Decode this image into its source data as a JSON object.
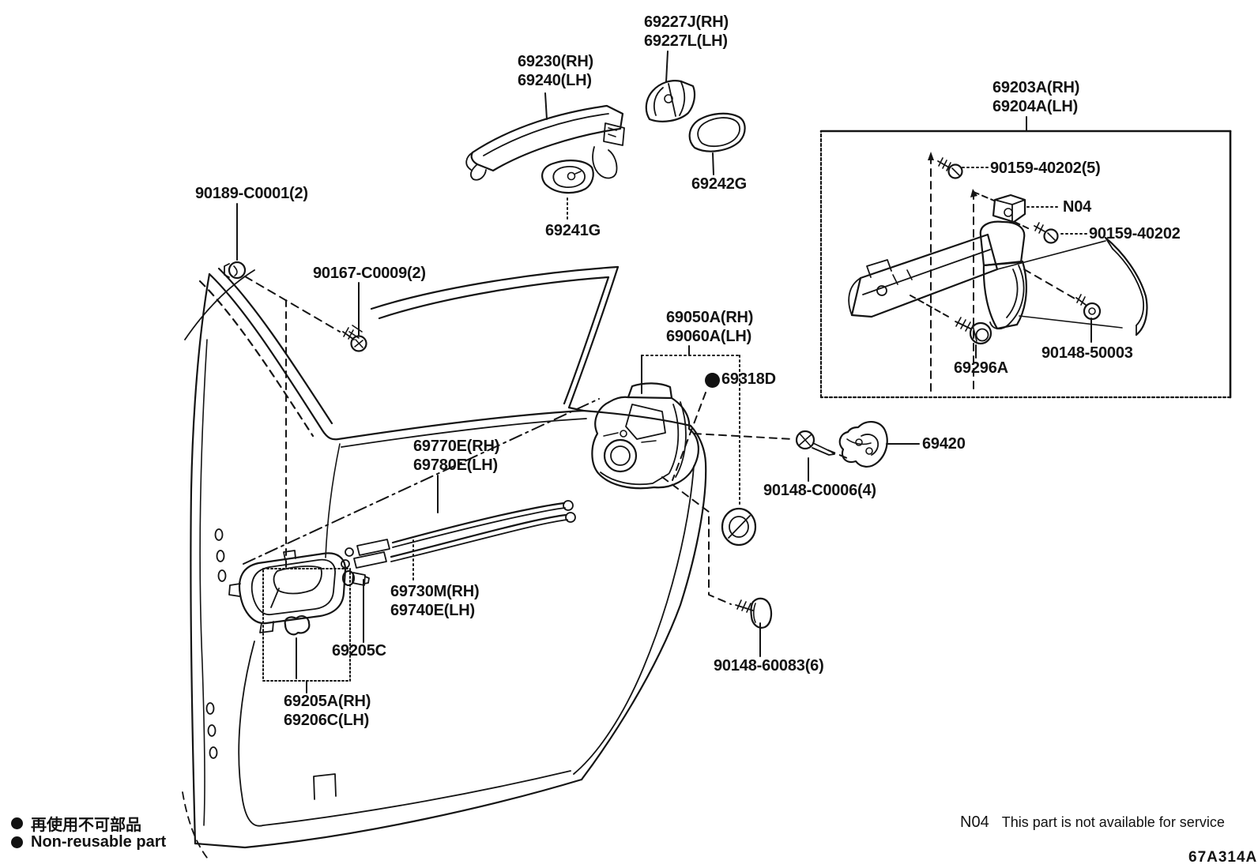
{
  "diagram": {
    "drawing_code": "67A314A",
    "note": {
      "code": "N04",
      "text": "This part is not available for service"
    },
    "legend": {
      "symbol": "●",
      "line_ja": "再使用不可部品",
      "line_en": "Non-reusable part"
    },
    "labels": [
      {
        "id": "69227j-rh",
        "text": "69227J(RH)"
      },
      {
        "id": "69227l-lh",
        "text": "69227L(LH)"
      },
      {
        "id": "69230-rh",
        "text": "69230(RH)"
      },
      {
        "id": "69240-lh",
        "text": "69240(LH)"
      },
      {
        "id": "69203a-rh",
        "text": "69203A(RH)"
      },
      {
        "id": "69204a-lh",
        "text": "69204A(LH)"
      },
      {
        "id": "90159-40202-5",
        "text": "90159-40202(5)"
      },
      {
        "id": "n04-callout",
        "text": "N04"
      },
      {
        "id": "90159-40202",
        "text": "90159-40202"
      },
      {
        "id": "90189-c0001-2",
        "text": "90189-C0001(2)"
      },
      {
        "id": "69242g",
        "text": "69242G"
      },
      {
        "id": "69241g",
        "text": "69241G"
      },
      {
        "id": "90167-c0009-2",
        "text": "90167-C0009(2)"
      },
      {
        "id": "69050a-rh",
        "text": "69050A(RH)"
      },
      {
        "id": "69060a-lh",
        "text": "69060A(LH)"
      },
      {
        "id": "69318d",
        "text": "69318D"
      },
      {
        "id": "90148-50003",
        "text": "90148-50003"
      },
      {
        "id": "69296a",
        "text": "69296A"
      },
      {
        "id": "69770e-rh",
        "text": "69770E(RH)"
      },
      {
        "id": "69780e-lh",
        "text": "69780E(LH)"
      },
      {
        "id": "69420",
        "text": "69420"
      },
      {
        "id": "90148-c0006-4",
        "text": "90148-C0006(4)"
      },
      {
        "id": "69730m-rh",
        "text": "69730M(RH)"
      },
      {
        "id": "69740e-lh",
        "text": "69740E(LH)"
      },
      {
        "id": "69205c",
        "text": "69205C"
      },
      {
        "id": "69205a-rh",
        "text": "69205A(RH)"
      },
      {
        "id": "69206c-lh",
        "text": "69206C(LH)"
      },
      {
        "id": "90148-60083-6",
        "text": "90148-60083(6)"
      }
    ]
  }
}
